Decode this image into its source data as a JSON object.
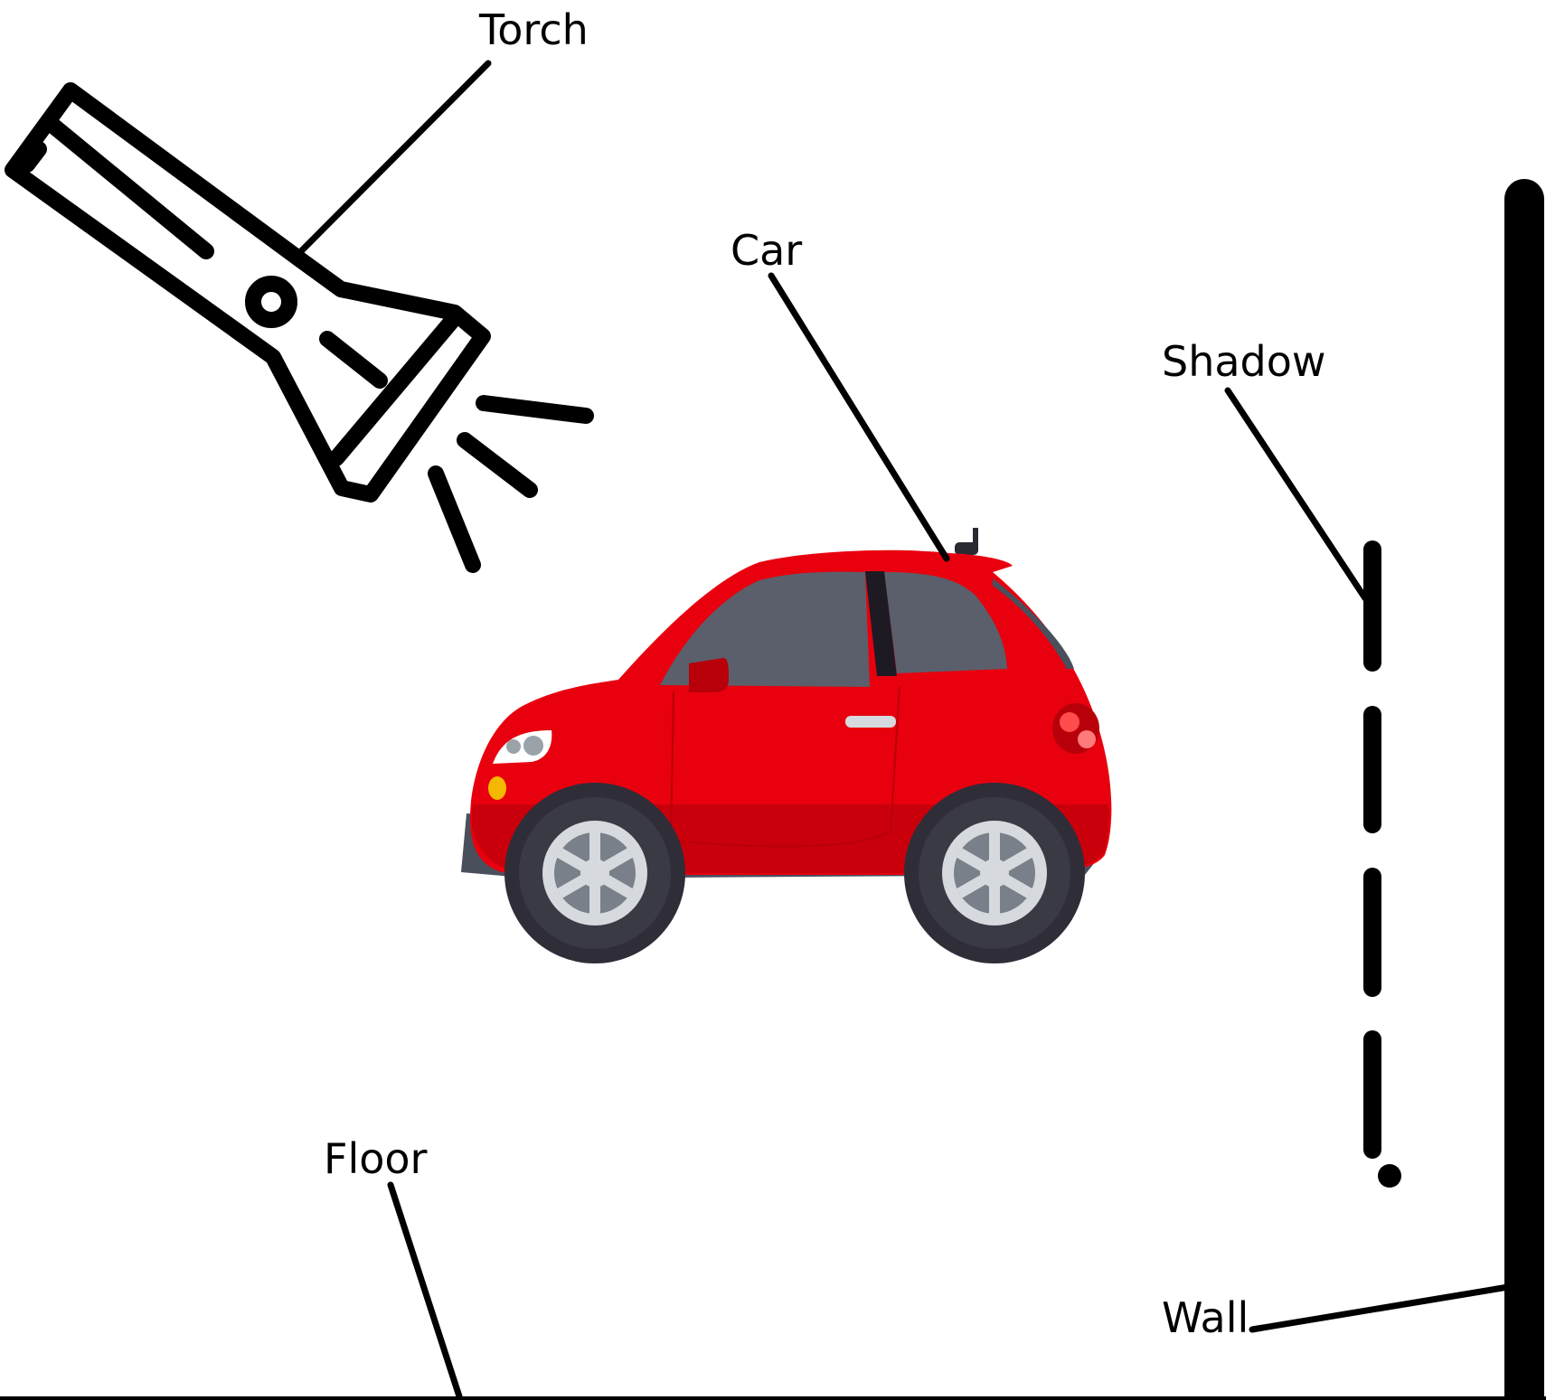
{
  "labels": {
    "torch": "Torch",
    "car": "Car",
    "shadow": "Shadow",
    "floor": "Floor",
    "wall": "Wall"
  },
  "colors": {
    "ink": "#000000",
    "background": "#ffffff",
    "car_body": "#e8000e",
    "car_window": "#5a5f6b",
    "tire": "#3a3a44",
    "rim": "#d6dade"
  },
  "icons": {
    "torch": "flashlight-icon",
    "car": "red-car-icon"
  }
}
